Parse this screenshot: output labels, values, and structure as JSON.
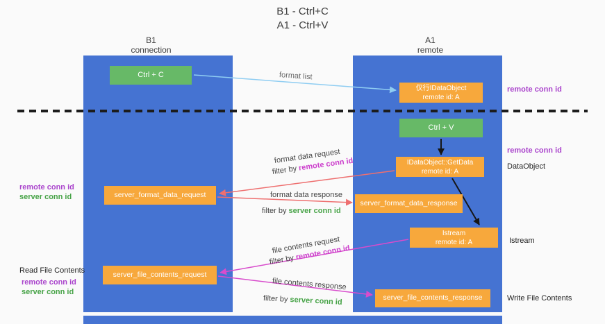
{
  "title": {
    "line1": "B1 - Ctrl+C",
    "line2": "A1 - Ctrl+V"
  },
  "lanes": {
    "left": {
      "name": "B1",
      "role": "connection"
    },
    "right": {
      "name": "A1",
      "role": "remote"
    }
  },
  "nodes": {
    "ctrl_c": {
      "label": "Ctrl + C"
    },
    "ctrl_v": {
      "label": "Ctrl + V"
    },
    "idataobject_proxy": {
      "line1": "仅行IDataObject",
      "line2": "remote id: A"
    },
    "getdata": {
      "line1": "IDataObject::GetData",
      "line2": "remote id: A"
    },
    "istream": {
      "line1": "Istream",
      "line2": "remote id: A"
    },
    "format_request": {
      "label": "server_format_data_request"
    },
    "format_response": {
      "label": "server_format_data_response"
    },
    "file_request": {
      "label": "server_file_contents_request"
    },
    "file_response": {
      "label": "server_file_contents_response"
    }
  },
  "edge_labels": {
    "format_list": "format list",
    "format_data_request": "format data request",
    "format_data_response": "format data response",
    "file_contents_request": "file contents request",
    "file_contents_response": "file contents response",
    "filter_by": "filter by ",
    "remote_conn_id": "remote conn id",
    "server_conn_id": "server conn id"
  },
  "annotations": {
    "remote_conn_id": "remote conn id",
    "server_conn_id": "server conn id",
    "dataobject": "DataObject",
    "istream": "Istream",
    "read_file_contents": "Read File Contents",
    "write_file_contents": "Write File Contents"
  },
  "colors": {
    "lane_blue": "#4573d2",
    "node_green": "#67b967",
    "node_orange": "#f7a83c",
    "purple": "#aa44cc",
    "magenta": "#cc3fcc",
    "green_text": "#47a347",
    "arrow_blue": "#8fcdf2",
    "arrow_red": "#ee6f6f",
    "arrow_magenta": "#d84ccc",
    "arrow_black": "#161616"
  }
}
